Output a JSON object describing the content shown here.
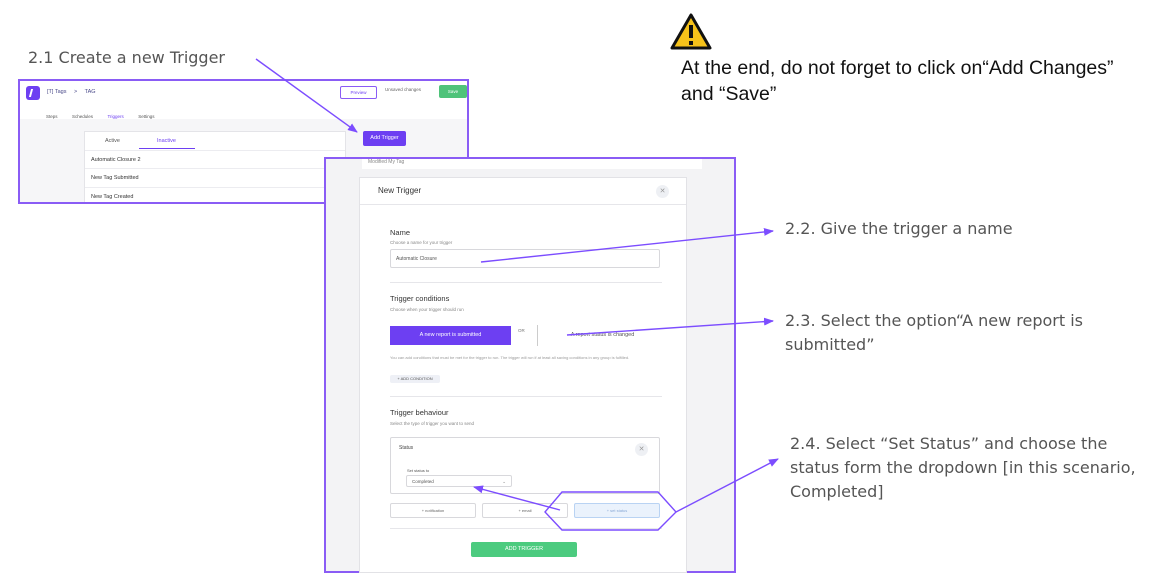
{
  "annotations": {
    "step_2_1": "2.1 Create a new Trigger",
    "step_2_2": "2.2. Give the trigger a name",
    "step_2_3": "2.3. Select the option“A new report is submitted”",
    "step_2_4": "2.4. Select “Set Status” and choose the status form the dropdown [in this scenario, Completed]",
    "warning": "At the end, do not forget to click on“Add Changes” and “Save”"
  },
  "app": {
    "breadcrumb_root": "[T] Tags",
    "breadcrumb_sep": ">",
    "breadcrumb_current": "TAG",
    "tabs": [
      "Steps",
      "Schedules",
      "Triggers",
      "Settings"
    ],
    "preview_label": "Preview",
    "unsaved_label": "Unsaved changes",
    "save_label": "Save",
    "list_tabs": [
      "Active",
      "Inactive"
    ],
    "rows": [
      "Automatic Closure 2",
      "New Tag Submitted",
      "New Tag Created"
    ],
    "add_trigger_label": "Add Trigger"
  },
  "dialog": {
    "behind_text": "Modified My Tag",
    "title": "New Trigger",
    "name_title": "Name",
    "name_sub": "Choose a name for your trigger",
    "name_value": "Automatic Closure",
    "conditions_title": "Trigger conditions",
    "conditions_sub": "Choose when your trigger should run",
    "option_active": "A new report is submitted",
    "option_or": "OR",
    "option_other": "A report status is changed",
    "conditions_note": "You can add conditions that must be met for the trigger to run. The trigger will run if at least all saving conditions in any group is fulfilled.",
    "add_condition_label": "+ ADD CONDITION",
    "behaviour_title": "Trigger behaviour",
    "behaviour_sub": "Select the type of trigger you want to send",
    "status_label": "Status",
    "set_status_label": "Set status to",
    "status_value": "Completed",
    "behaviour_buttons": [
      "+ notification",
      "+ email",
      "+ set status"
    ],
    "add_trigger_button": "ADD TRIGGER"
  },
  "colors": {
    "accent": "#6d3ff2",
    "frame": "#8a5cf5",
    "green": "#4ccb7f",
    "warning_yellow": "#f6c21a"
  }
}
